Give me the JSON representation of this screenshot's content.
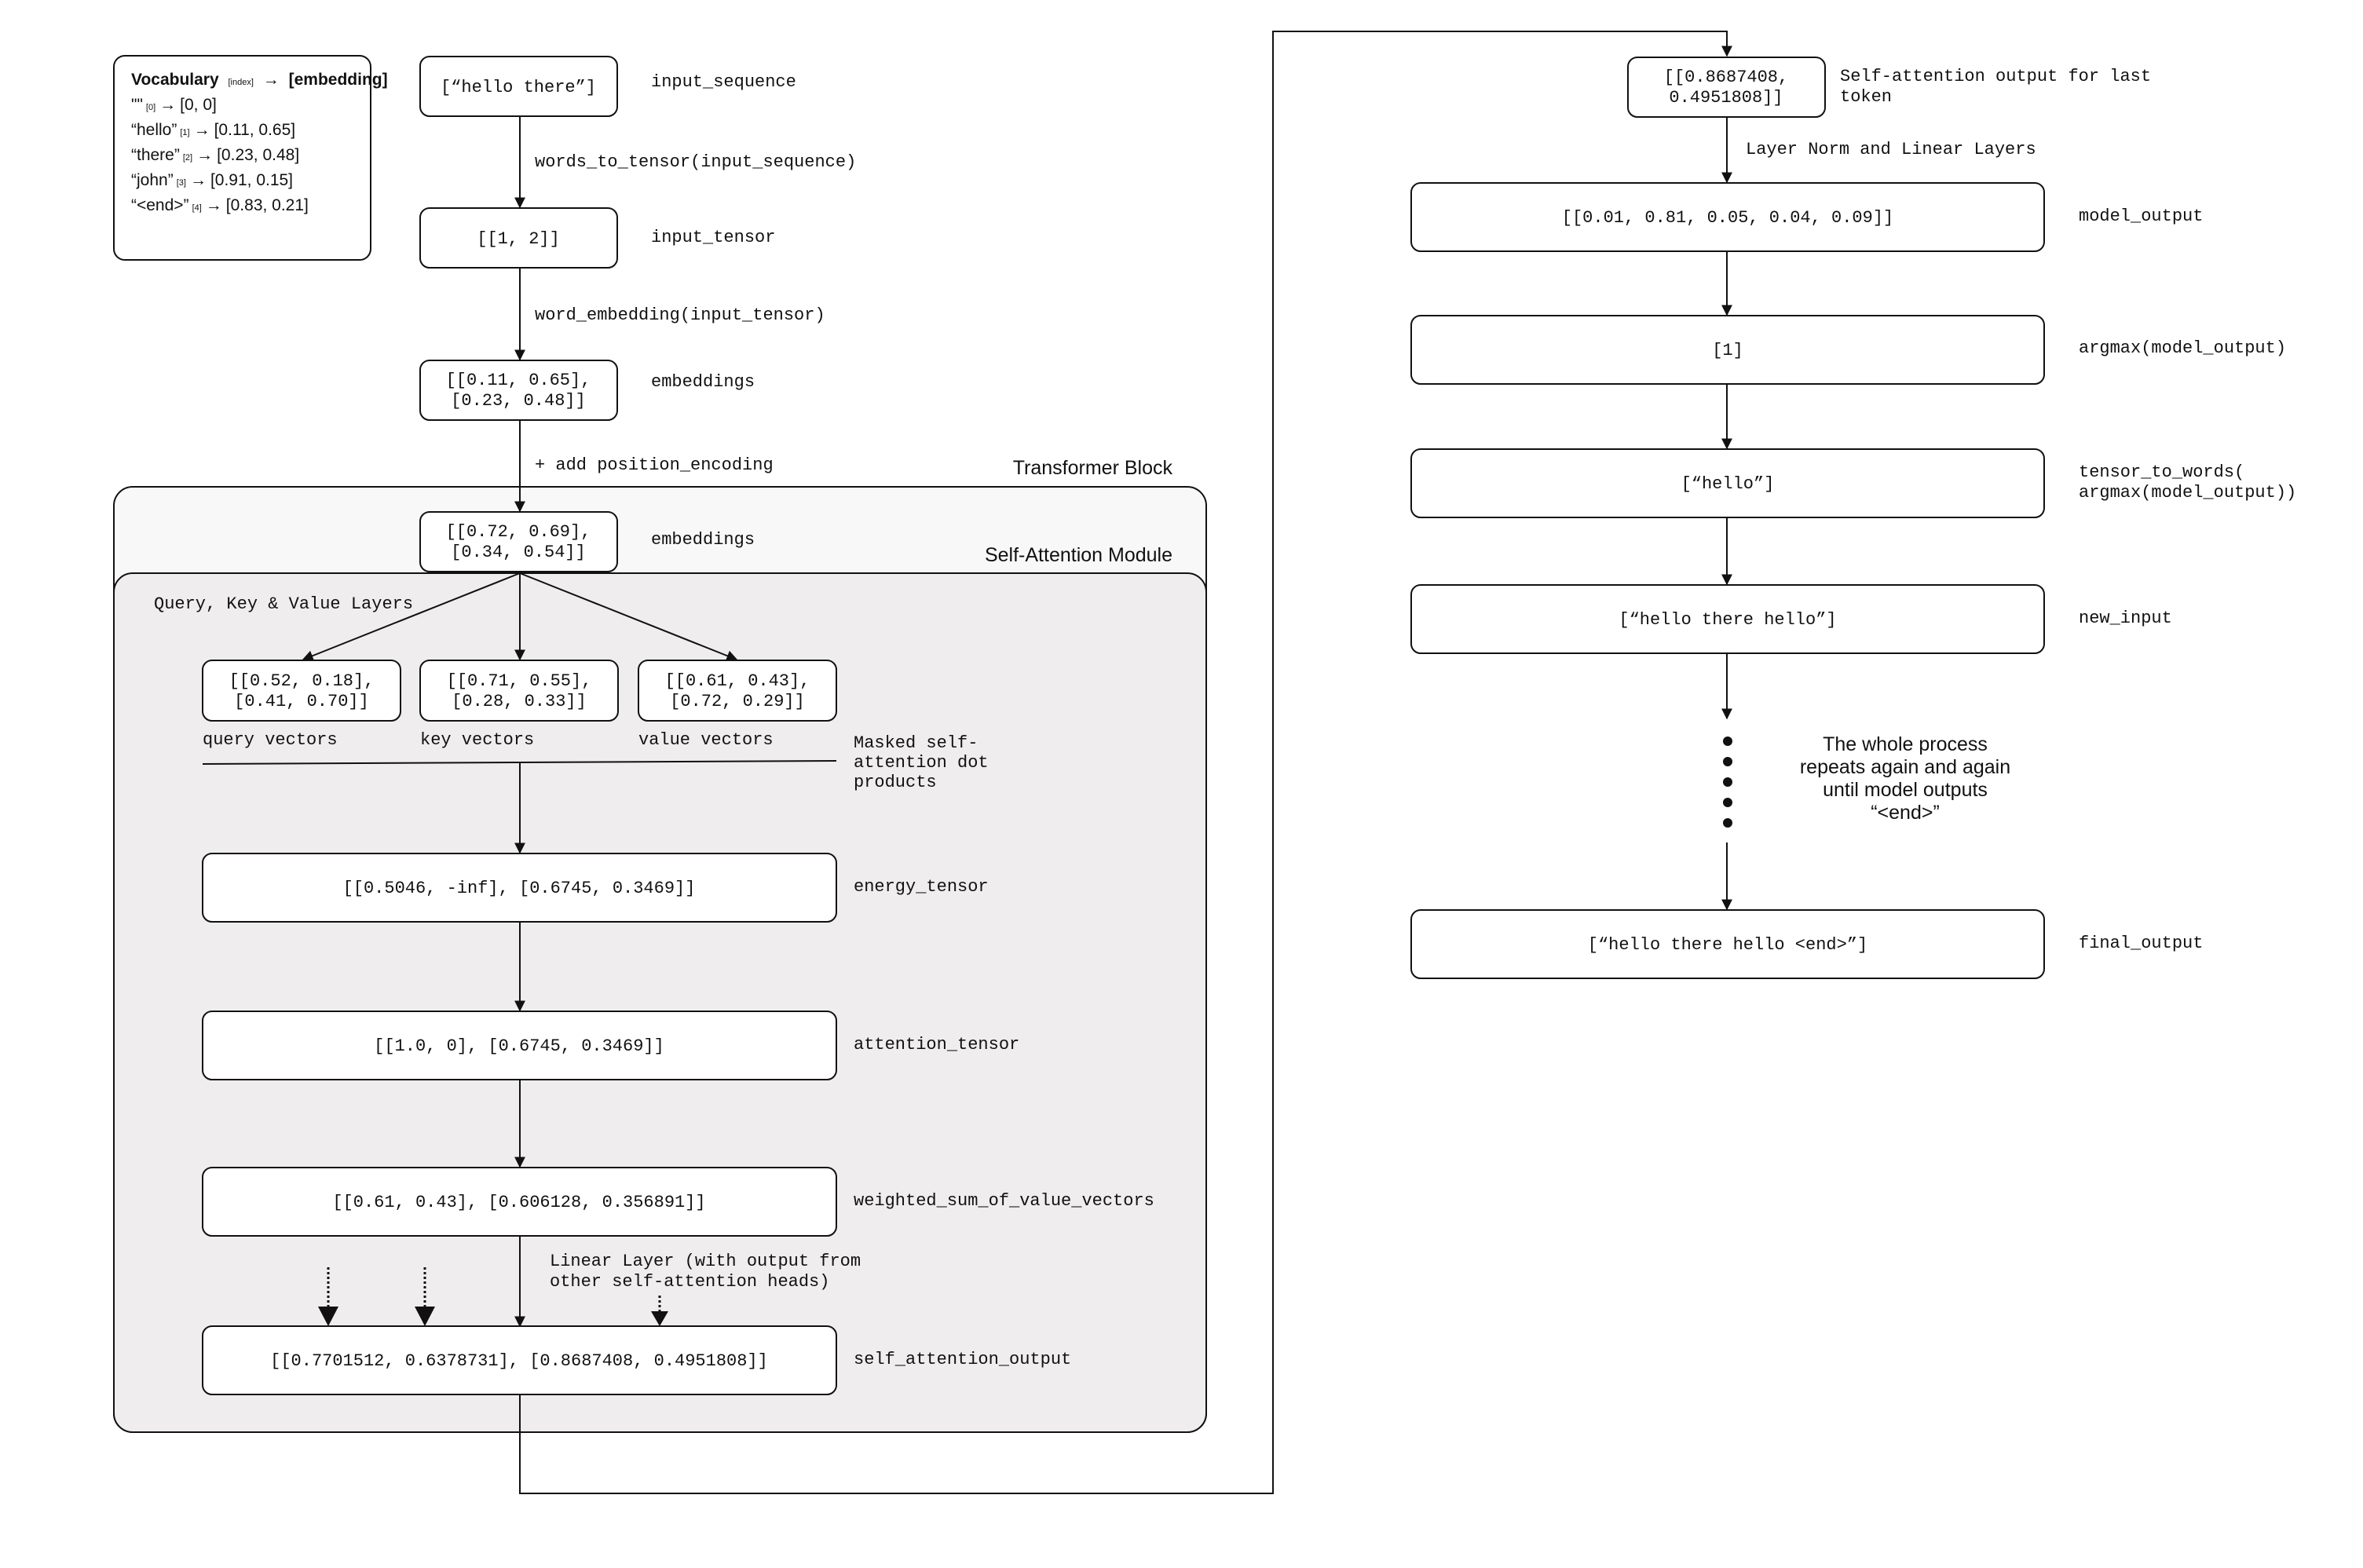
{
  "vocabulary": {
    "title": "Vocabulary",
    "title_index": "[index]",
    "title_arrow": "→",
    "title_embedding": "[embedding]",
    "entries": [
      {
        "word": "\"\"",
        "index": "[0]",
        "value": "[0, 0]"
      },
      {
        "word": "“hello”",
        "index": "[1]",
        "value": "[0.11, 0.65]"
      },
      {
        "word": "“there”",
        "index": "[2]",
        "value": "[0.23, 0.48]"
      },
      {
        "word": "“john”",
        "index": "[3]",
        "value": "[0.91, 0.15]"
      },
      {
        "word": "“<end>”",
        "index": "[4]",
        "value": "[0.83, 0.21]"
      }
    ]
  },
  "left": {
    "input_sequence": {
      "value": "[“hello there”]",
      "label": "input_sequence"
    },
    "step1": "words_to_tensor(input_sequence)",
    "input_tensor": {
      "value": "[[1, 2]]",
      "label": "input_tensor"
    },
    "step2": "word_embedding(input_tensor)",
    "embeddings1": {
      "line1": "[[0.11, 0.65],",
      "line2": "[0.23, 0.48]]",
      "label": "embeddings"
    },
    "step3": "+ add position_encoding",
    "transformer_block_title": "Transformer Block",
    "embeddings2": {
      "line1": "[[0.72, 0.69],",
      "line2": "[0.34, 0.54]]",
      "label": "embeddings"
    },
    "self_attention_title": "Self-Attention Module",
    "qkv_title": "Query, Key & Value Layers",
    "query": {
      "line1": "[[0.52, 0.18],",
      "line2": "[0.41, 0.70]]",
      "label": "query vectors"
    },
    "key": {
      "line1": "[[0.71, 0.55],",
      "line2": "[0.28, 0.33]]",
      "label": "key vectors"
    },
    "value": {
      "line1": "[[0.61, 0.43],",
      "line2": "[0.72, 0.29]]",
      "label": "value vectors"
    },
    "masked_label": [
      "Masked self-",
      "attention dot",
      "products"
    ],
    "energy_tensor": {
      "value": "[[0.5046, -inf], [0.6745, 0.3469]]",
      "label": "energy_tensor"
    },
    "attention_tensor": {
      "value": "[[1.0, 0], [0.6745, 0.3469]]",
      "label": "attention_tensor"
    },
    "weighted_sum": {
      "value": "[[0.61, 0.43], [0.606128, 0.356891]]",
      "label": "weighted_sum_of_value_vectors"
    },
    "linear_layer": [
      "Linear Layer (with output from",
      "other self-attention heads)"
    ],
    "self_attention_output": {
      "value": "[[0.7701512, 0.6378731], [0.8687408, 0.4951808]]",
      "label": "self_attention_output"
    }
  },
  "right": {
    "last_token": {
      "line1": "[[0.8687408,",
      "line2": "0.4951808]]",
      "label_line1": "Self-attention output for last",
      "label_line2": "token"
    },
    "layer_norm": "Layer Norm and Linear Layers",
    "model_output": {
      "value": "[[0.01, 0.81, 0.05, 0.04, 0.09]]",
      "label": "model_output"
    },
    "argmax": {
      "value": "[1]",
      "label": "argmax(model_output)"
    },
    "tensor_to_words": {
      "value": "[“hello”]",
      "label_line1": "tensor_to_words(",
      "label_line2": "argmax(model_output))"
    },
    "new_input": {
      "value": "[“hello there hello”]",
      "label": "new_input"
    },
    "repeat_note": [
      "The whole process",
      "repeats again and again",
      "until model outputs",
      "“<end>”"
    ],
    "final_output": {
      "value": "[“hello there hello <end>”]",
      "label": "final_output"
    }
  }
}
